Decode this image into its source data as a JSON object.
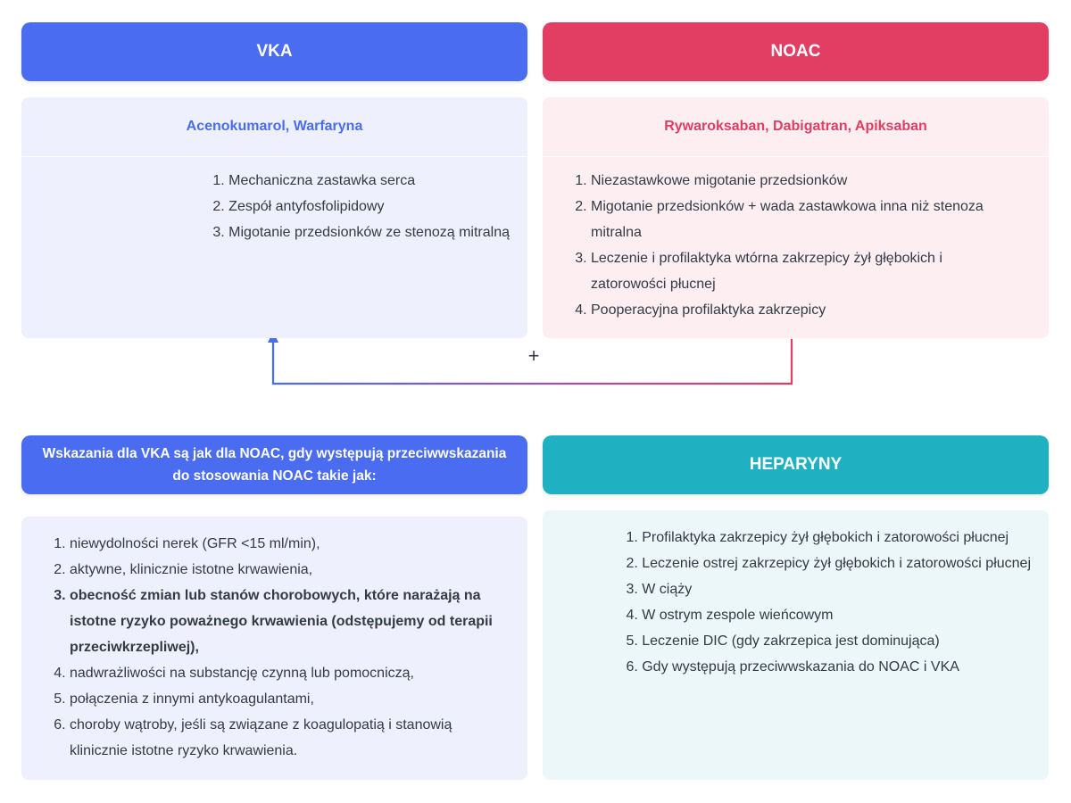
{
  "vka": {
    "title": "VKA",
    "subtitle": "Acenokumarol, Warfaryna",
    "items": [
      "Mechaniczna zastawka serca",
      "Zespół antyfosfolipidowy",
      "Migotanie przedsionków ze stenozą mitralną"
    ]
  },
  "noac": {
    "title": "NOAC",
    "subtitle": "Rywaroksaban, Dabigatran, Apiksaban",
    "items": [
      "Niezastawkowe migotanie przedsionków",
      "Migotanie przedsionków + wada zastawkowa inna niż stenoza mitralna",
      "Leczenie i profilaktyka wtórna zakrzepicy żył głębokich i zatorowości płucnej",
      "Pooperacyjna profilaktyka zakrzepicy"
    ]
  },
  "connector": {
    "symbol": "+"
  },
  "contra": {
    "title": "Wskazania dla VKA są jak dla NOAC, gdy występują przeciwwskazania do stosowania NOAC takie jak:",
    "items": [
      "niewydolności nerek (GFR <15 ml/min),",
      "aktywne, klinicznie istotne krwawienia,",
      "obecność zmian lub stanów chorobowych, które narażają na istotne ryzyko poważnego krwawienia (odstępujemy od terapii przeciwkrzepliwej),",
      "nadwrażliwości na substancję czynną lub pomocniczą,",
      "połączenia z innymi antykoagulantami,",
      "choroby wątroby, jeśli są związane z koagulopatią i stanowią klinicznie istotne ryzyko krwawienia."
    ]
  },
  "heparyny": {
    "title": "HEPARYNY",
    "items": [
      "Profilaktyka zakrzepicy żył głębokich i zatorowości płucnej",
      "Leczenie ostrej zakrzepicy żył głębokich i zatorowości płucnej",
      "W ciąży",
      "W ostrym zespole wieńcowym",
      "Leczenie DIC (gdy zakrzepica jest dominująca)",
      "Gdy występują przeciwwskazania do NOAC i VKA"
    ]
  },
  "colors": {
    "vka_header": "#4a6cf0",
    "noac_header": "#e23d63",
    "heparyny_header": "#1fb1c2",
    "vka_panel": "#eef1fd",
    "noac_panel": "#fdeef2",
    "heparyny_panel": "#ecf7fa",
    "vka_subtitle": "#4a6cf0",
    "noac_subtitle": "#e23d63"
  }
}
